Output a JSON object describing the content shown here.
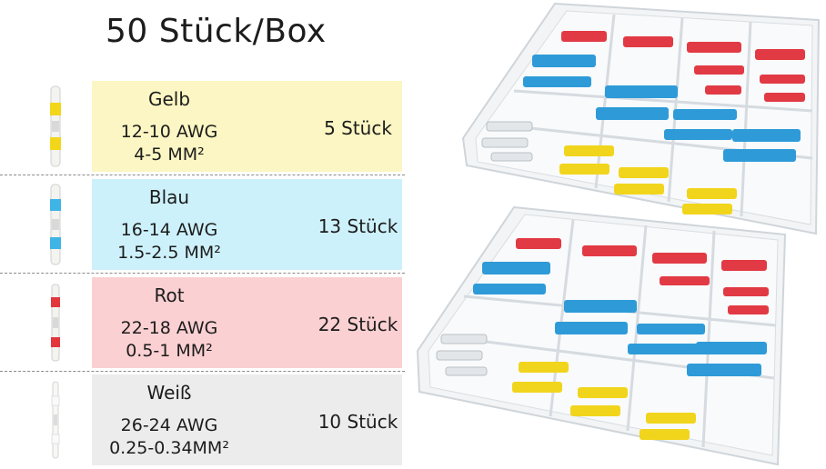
{
  "title": "50 Stück/Box",
  "rows": [
    {
      "name": "Gelb",
      "awg": "12-10 AWG",
      "mm": "4-5 MM²",
      "count": "5 Stück",
      "panel_color": "#fbf6c3",
      "band_color": "#f2d61a"
    },
    {
      "name": "Blau",
      "awg": "16-14 AWG",
      "mm": "1.5-2.5 MM²",
      "count": "13 Stück",
      "panel_color": "#cdf1fb",
      "band_color": "#3fb4e6"
    },
    {
      "name": "Rot",
      "awg": "22-18 AWG",
      "mm": "0.5-1 MM²",
      "count": "22 Stück",
      "panel_color": "#fbd0d2",
      "band_color": "#e2363c"
    },
    {
      "name": "Weiß",
      "awg": "26-24 AWG",
      "mm": "0.25-0.34MM²",
      "count": "10 Stück",
      "panel_color": "#ececec",
      "band_color": "#f5f5f5"
    }
  ]
}
